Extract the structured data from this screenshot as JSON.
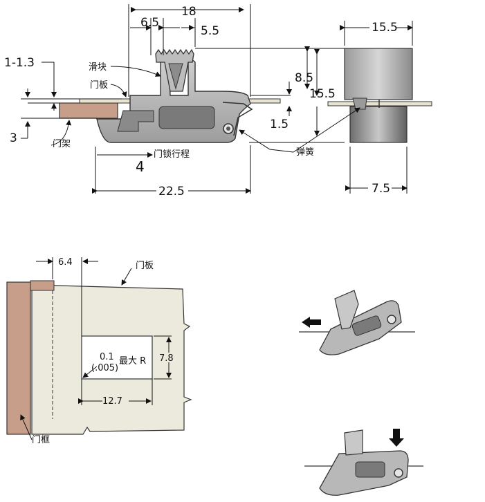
{
  "top": {
    "dims": {
      "d18": "18",
      "d6_5": "6.5",
      "d5_5": "5.5",
      "d15_5_top": "15.5",
      "d1_1_3": "1-1.3",
      "d8_5": "8.5",
      "d15_5_side": "15.5",
      "d3": "3",
      "d1_5": "1.5",
      "d4": "4",
      "d22_5": "22.5",
      "d7_5": "7.5"
    },
    "labels": {
      "slider": "滑块",
      "door_panel": "门板",
      "door_frame": "门架",
      "spring": "弹簧",
      "travel": "门锁行程"
    }
  },
  "cutout": {
    "dims": {
      "d6_4": "6.4",
      "d7_8": "7.8",
      "d12_7": "12.7"
    },
    "radius_value": "0.1",
    "radius_inch": "(.005)",
    "radius_text": "最大 R",
    "labels": {
      "door_panel": "门板",
      "door_frame": "门框"
    }
  },
  "colors": {
    "latch_gray": "#b4b4b4",
    "latch_dark": "#6f6f6f",
    "frame_brown": "#c79e8a",
    "panel_beige": "#eceadd"
  }
}
